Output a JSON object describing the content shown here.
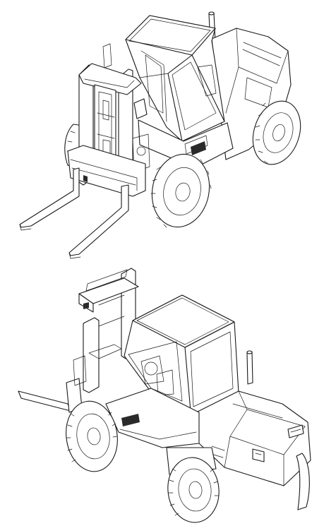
{
  "page": {
    "background": "#ffffff",
    "line_color": "#1a1a1a"
  },
  "views": [
    {
      "id": "front",
      "depicts": "forklift-front-three-quarter-view"
    },
    {
      "id": "rear",
      "depicts": "forklift-rear-three-quarter-view"
    }
  ]
}
